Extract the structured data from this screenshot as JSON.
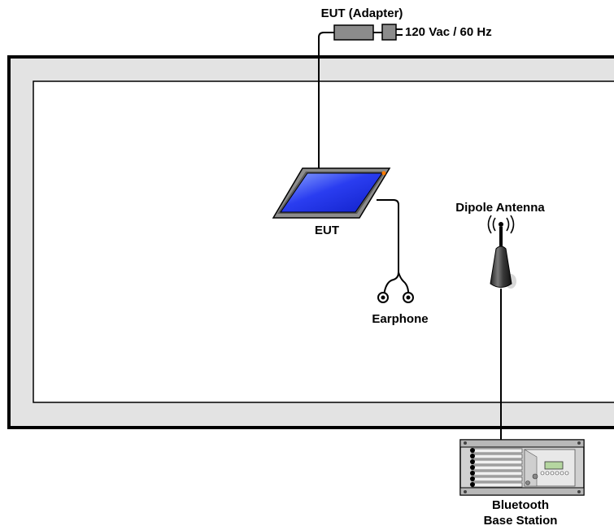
{
  "labels": {
    "adapter": "EUT (Adapter)",
    "power": "120 Vac / 60 Hz",
    "eut": "EUT",
    "earphone": "Earphone",
    "antenna": "Dipole Antenna",
    "base_station_line1": "Bluetooth",
    "base_station_line2": "Base Station"
  },
  "colors": {
    "chamber_fill": "#e3e3e3",
    "chamber_stroke": "#000000",
    "screen_blue": "#1f2fe0",
    "device_gray": "#8c8c8c",
    "indicator_orange": "#ff7a00"
  },
  "icons": [
    "power-adapter-icon",
    "power-plug-icon",
    "tablet-icon",
    "earphone-icon",
    "dipole-antenna-icon",
    "rack-base-station-icon"
  ]
}
